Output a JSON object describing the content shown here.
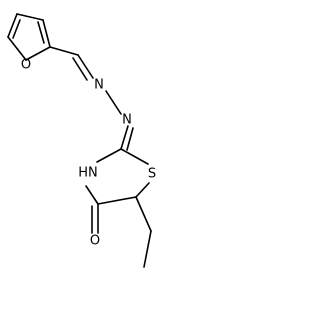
{
  "molecule": {
    "atoms": {
      "furan_oxygen": "O",
      "azine_n1": "N",
      "azine_n2": "N",
      "ring_nh": "HN",
      "ring_sulfur": "S",
      "carbonyl_oxygen": "O"
    },
    "bond_color": "#000000",
    "background": "#ffffff"
  }
}
